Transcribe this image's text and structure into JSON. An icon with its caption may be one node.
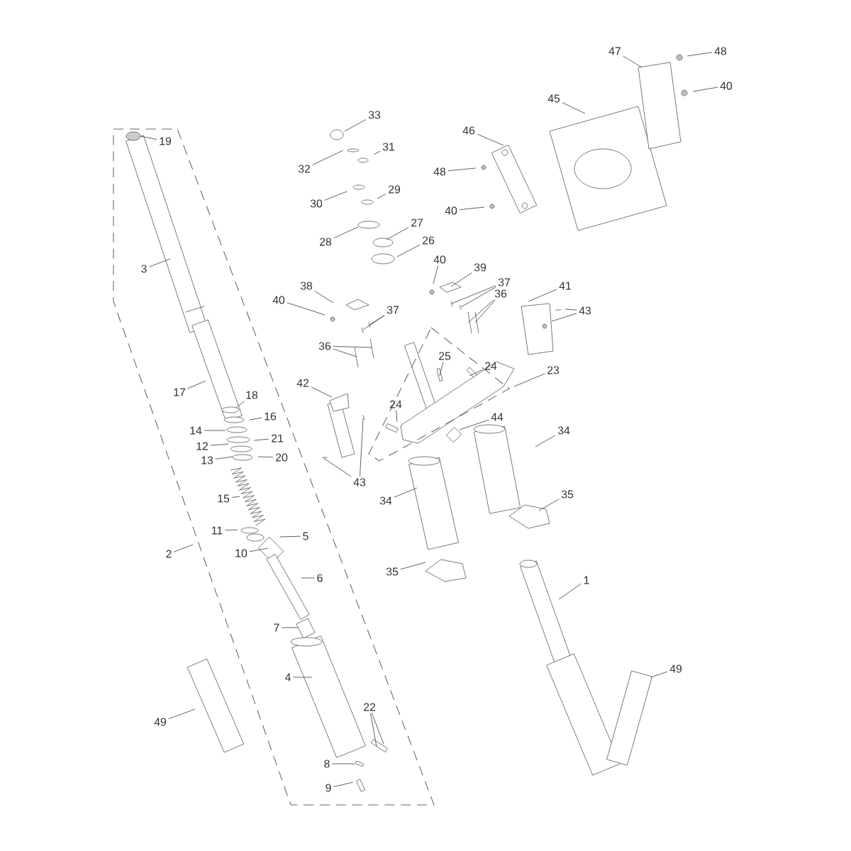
{
  "diagram": {
    "nodes": [
      {
        "text": [
          "19"
        ]
      },
      {
        "text": [
          "3"
        ]
      },
      {
        "text": [
          "17"
        ]
      },
      {
        "text": [
          "18"
        ]
      },
      {
        "text": [
          "16"
        ]
      },
      {
        "text": [
          "14"
        ]
      },
      {
        "text": [
          "12"
        ]
      },
      {
        "text": [
          "21"
        ]
      },
      {
        "text": [
          "13"
        ]
      },
      {
        "text": [
          "20"
        ]
      },
      {
        "text": [
          "15"
        ]
      },
      {
        "text": [
          "11"
        ]
      },
      {
        "text": [
          "5"
        ]
      },
      {
        "text": [
          "10"
        ]
      },
      {
        "text": [
          "6"
        ]
      },
      {
        "text": [
          "2"
        ]
      },
      {
        "text": [
          "7"
        ]
      },
      {
        "text": [
          "4"
        ]
      },
      {
        "text": [
          "49"
        ]
      },
      {
        "text": [
          "22"
        ]
      },
      {
        "text": [
          "8"
        ]
      },
      {
        "text": [
          "9"
        ]
      },
      {
        "text": [
          "1"
        ]
      },
      {
        "text": [
          "49"
        ]
      },
      {
        "text": [
          "35"
        ]
      },
      {
        "text": [
          "35"
        ]
      },
      {
        "text": [
          "34"
        ]
      },
      {
        "text": [
          "34"
        ]
      },
      {
        "text": [
          "44"
        ]
      },
      {
        "text": [
          "23"
        ]
      },
      {
        "text": [
          "24"
        ]
      },
      {
        "text": [
          "24"
        ]
      },
      {
        "text": [
          "25"
        ]
      },
      {
        "text": [
          "43"
        ]
      },
      {
        "text": [
          "42"
        ]
      },
      {
        "text": [
          "36"
        ]
      },
      {
        "text": [
          "37"
        ]
      },
      {
        "text": [
          "38"
        ]
      },
      {
        "text": [
          "40"
        ]
      },
      {
        "text": [
          "40"
        ]
      },
      {
        "text": [
          "39"
        ]
      },
      {
        "text": [
          "37"
        ]
      },
      {
        "text": [
          "36"
        ]
      },
      {
        "text": [
          "41"
        ]
      },
      {
        "text": [
          "43"
        ]
      },
      {
        "text": [
          "26"
        ]
      },
      {
        "text": [
          "27"
        ]
      },
      {
        "text": [
          "28"
        ]
      },
      {
        "text": [
          "29"
        ]
      },
      {
        "text": [
          "30"
        ]
      },
      {
        "text": [
          "31"
        ]
      },
      {
        "text": [
          "32"
        ]
      },
      {
        "text": [
          "33"
        ]
      },
      {
        "text": [
          "46"
        ]
      },
      {
        "text": [
          "48"
        ]
      },
      {
        "text": [
          "40"
        ]
      },
      {
        "text": [
          "45"
        ]
      },
      {
        "text": [
          "47"
        ]
      },
      {
        "text": [
          "48"
        ]
      },
      {
        "text": [
          "40"
        ]
      }
    ],
    "edges": [
      {
        "from": 0,
        "to": null,
        "arrow": "none"
      },
      {
        "from": 1,
        "to": null,
        "arrow": "none"
      },
      {
        "from": 2,
        "to": null,
        "arrow": "none"
      },
      {
        "from": 3,
        "to": null,
        "arrow": "none"
      },
      {
        "from": 4,
        "to": null,
        "arrow": "none"
      },
      {
        "from": 5,
        "to": null,
        "arrow": "none"
      },
      {
        "from": 6,
        "to": null,
        "arrow": "none"
      },
      {
        "from": 7,
        "to": null,
        "arrow": "none"
      },
      {
        "from": 8,
        "to": null,
        "arrow": "none"
      },
      {
        "from": 9,
        "to": null,
        "arrow": "none"
      },
      {
        "from": 10,
        "to": null,
        "arrow": "none"
      },
      {
        "from": 11,
        "to": null,
        "arrow": "none"
      },
      {
        "from": 12,
        "to": null,
        "arrow": "none"
      },
      {
        "from": 13,
        "to": null,
        "arrow": "none"
      },
      {
        "from": 14,
        "to": null,
        "arrow": "none"
      },
      {
        "from": 15,
        "to": null,
        "arrow": "none"
      },
      {
        "from": 16,
        "to": null,
        "arrow": "none"
      },
      {
        "from": 17,
        "to": null,
        "arrow": "none"
      },
      {
        "from": 18,
        "to": null,
        "arrow": "none"
      },
      {
        "from": 19,
        "to": null,
        "arrow": "none"
      },
      {
        "from": 19,
        "to": null,
        "arrow": "none"
      },
      {
        "from": 20,
        "to": null,
        "arrow": "none"
      },
      {
        "from": 21,
        "to": null,
        "arrow": "none"
      },
      {
        "from": 22,
        "to": null,
        "arrow": "none"
      },
      {
        "from": 23,
        "to": null,
        "arrow": "none"
      },
      {
        "from": 24,
        "to": null,
        "arrow": "none"
      },
      {
        "from": 25,
        "to": null,
        "arrow": "none"
      },
      {
        "from": 26,
        "to": null,
        "arrow": "none"
      },
      {
        "from": 27,
        "to": null,
        "arrow": "none"
      },
      {
        "from": 28,
        "to": null,
        "arrow": "none"
      },
      {
        "from": 29,
        "to": null,
        "arrow": "none"
      },
      {
        "from": 30,
        "to": null,
        "arrow": "none"
      },
      {
        "from": 31,
        "to": null,
        "arrow": "none"
      },
      {
        "from": 32,
        "to": null,
        "arrow": "none"
      },
      {
        "from": 33,
        "to": null,
        "arrow": "none"
      },
      {
        "from": 33,
        "to": null,
        "arrow": "none"
      },
      {
        "from": 34,
        "to": null,
        "arrow": "none"
      },
      {
        "from": 35,
        "to": null,
        "arrow": "none"
      },
      {
        "from": 35,
        "to": null,
        "arrow": "none"
      },
      {
        "from": 36,
        "to": null,
        "arrow": "none"
      },
      {
        "from": 36,
        "to": null,
        "arrow": "none"
      },
      {
        "from": 37,
        "to": null,
        "arrow": "none"
      },
      {
        "from": 38,
        "to": null,
        "arrow": "none"
      },
      {
        "from": 39,
        "to": null,
        "arrow": "none"
      },
      {
        "from": 40,
        "to": null,
        "arrow": "none"
      },
      {
        "from": 41,
        "to": null,
        "arrow": "none"
      },
      {
        "from": 41,
        "to": null,
        "arrow": "none"
      },
      {
        "from": 42,
        "to": null,
        "arrow": "none"
      },
      {
        "from": 42,
        "to": null,
        "arrow": "none"
      },
      {
        "from": 43,
        "to": null,
        "arrow": "none"
      },
      {
        "from": 44,
        "to": null,
        "arrow": "none"
      },
      {
        "from": 44,
        "to": null,
        "arrow": "none"
      },
      {
        "from": 45,
        "to": null,
        "arrow": "none"
      },
      {
        "from": 46,
        "to": null,
        "arrow": "none"
      },
      {
        "from": 47,
        "to": null,
        "arrow": "none"
      },
      {
        "from": 48,
        "to": null,
        "arrow": "none"
      },
      {
        "from": 49,
        "to": null,
        "arrow": "none"
      },
      {
        "from": 50,
        "to": null,
        "arrow": "none"
      },
      {
        "from": 51,
        "to": null,
        "arrow": "none"
      },
      {
        "from": 52,
        "to": null,
        "arrow": "none"
      },
      {
        "from": 53,
        "to": null,
        "arrow": "none"
      },
      {
        "from": 54,
        "to": null,
        "arrow": "none"
      },
      {
        "from": 55,
        "to": null,
        "arrow": "none"
      },
      {
        "from": 56,
        "to": null,
        "arrow": "none"
      },
      {
        "from": 57,
        "to": null,
        "arrow": "none"
      },
      {
        "from": 58,
        "to": null,
        "arrow": "none"
      },
      {
        "from": 59,
        "to": null,
        "arrow": "none"
      }
    ]
  }
}
